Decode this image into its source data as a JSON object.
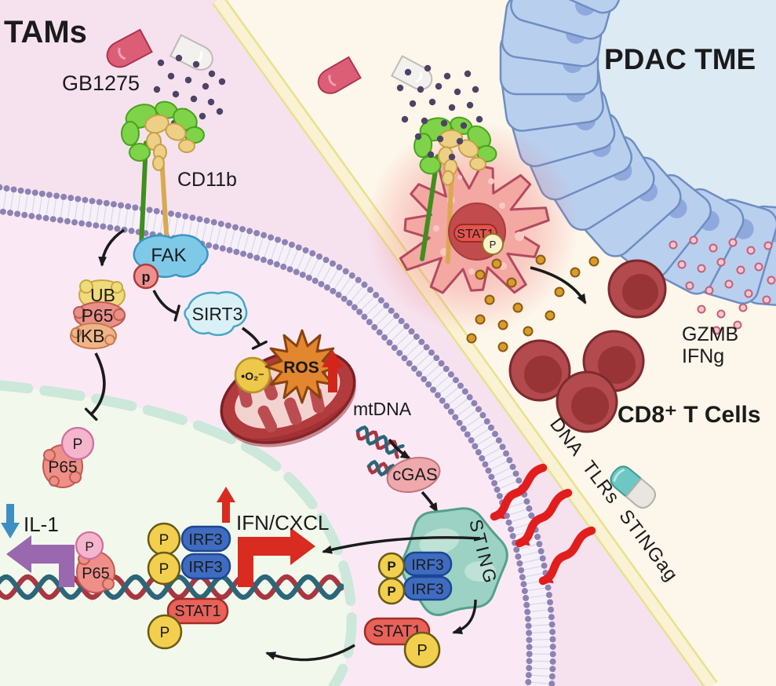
{
  "left_panel": {
    "title": "TAMs",
    "drug_label": "GB1275",
    "labels": {
      "receptor": "CD11b",
      "fak": "FAK",
      "fak_phospho": "p",
      "sirt3": "SIRT3",
      "ub": "UB",
      "p65": "P65",
      "ikb": "IKB",
      "superoxide": "•O₂⁻",
      "ros": "ROS",
      "mtdna": "mtDNA",
      "cgas": "cGAS",
      "sting": "STING",
      "irf3": "IRF3",
      "stat1": "STAT1",
      "phospho": "P",
      "il1": "IL-1",
      "ifn_cxcl": "IFN/CXCL"
    }
  },
  "right_panel": {
    "title": "PDAC TME",
    "labels": {
      "stat1": "STAT1",
      "phospho": "P",
      "gzmb": "GZMB",
      "ifng": "IFNg",
      "cd8_t_cells": "CD8⁺ T Cells",
      "stimuli": "DNA TLRs STINGag"
    }
  },
  "colors": {
    "tam_bg": "#f6e2ee",
    "tme_bg": "#fdf6ea",
    "membrane_bead": "#8d82b4",
    "nucleus_bg": "#f3f8ec",
    "sting_teal": "#9bd2c3",
    "ros_orange": "#e2862f",
    "alert_red": "#e21d1d",
    "irf3_blue": "#3f6cc0",
    "phospho_yellow": "#f2cf4e",
    "tumor_cell_blue": "#b9cfee",
    "tcell_red": "#b24a4e"
  }
}
